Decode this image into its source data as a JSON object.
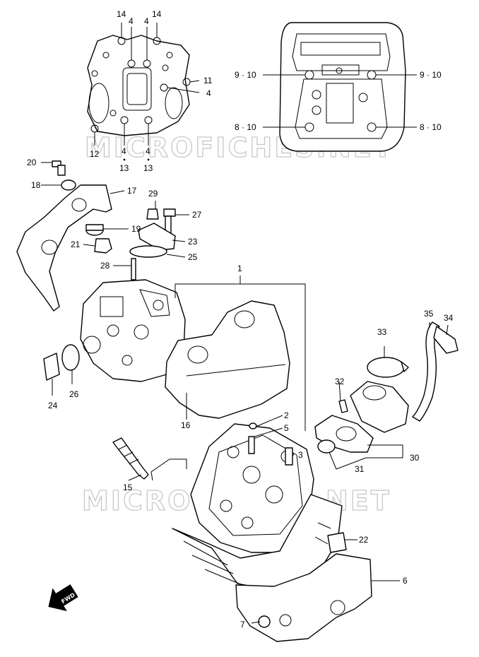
{
  "watermark": "MICROFICHES.NET",
  "fwd_label": "FWD",
  "callouts": {
    "c1": "1",
    "c2": "2",
    "c3": "3",
    "c5": "5",
    "c6": "6",
    "c7": "7",
    "c15": "15",
    "c16": "16",
    "c17": "17",
    "c18": "18",
    "c19": "19",
    "c20": "20",
    "c21": "21",
    "c22": "22",
    "c23": "23",
    "c24": "24",
    "c25": "25",
    "c26": "26",
    "c27": "27",
    "c28": "28",
    "c29": "29",
    "c30": "30",
    "c31": "31",
    "c32": "32",
    "c33": "33",
    "c34": "34",
    "c35": "35",
    "tl_14a": "14",
    "tl_14b": "14",
    "tl_4a": "4",
    "tl_4b": "4",
    "tl_11": "11",
    "tl_4c": "4",
    "tl_12": "12",
    "tl_4d": "4",
    "tl_4e": "4",
    "tl_13a": "13",
    "tl_13b": "13",
    "tr_910a": "9 · 10",
    "tr_910b": "9 · 10",
    "tr_810a": "8 · 10",
    "tr_810b": "8 · 10"
  }
}
